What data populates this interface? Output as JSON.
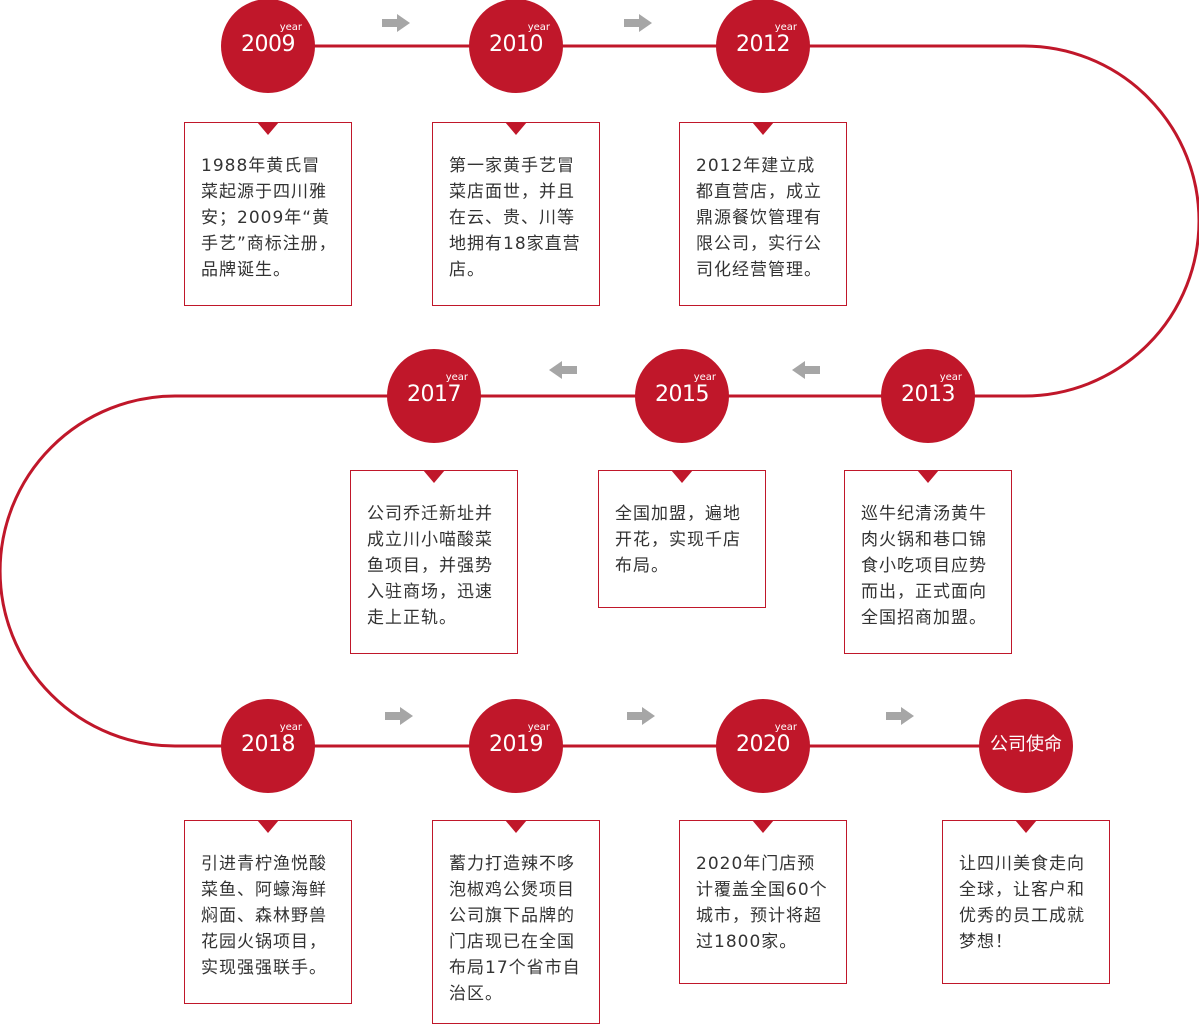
{
  "colors": {
    "accent": "#c0172a",
    "arrow": "#a6a6a6",
    "text": "#333333"
  },
  "year_suffix": "year",
  "rows": [
    {
      "direction": "right",
      "items": [
        {
          "year": "2009",
          "text": "1988年黄氏冒菜起源于四川雅安；2009年“黄手艺”商标注册，品牌诞生。"
        },
        {
          "year": "2010",
          "text": "第一家黄手艺冒菜店面世，并且在云、贵、川等地拥有18家直营店。"
        },
        {
          "year": "2012",
          "text": "2012年建立成都直营店，成立鼎源餐饮管理有限公司，实行公司化经营管理。"
        }
      ]
    },
    {
      "direction": "left",
      "items": [
        {
          "year": "2017",
          "text": "公司乔迁新址并成立川小喵酸菜鱼项目，并强势入驻商场，迅速走上正轨。"
        },
        {
          "year": "2015",
          "text": "全国加盟，遍地开花，实现千店布局。"
        },
        {
          "year": "2013",
          "text": "巡牛纪清汤黄牛肉火锅和巷口锦食小吃项目应势而出，正式面向全国招商加盟。"
        }
      ]
    },
    {
      "direction": "right",
      "items": [
        {
          "year": "2018",
          "text": "引进青柠渔悦酸菜鱼、阿蠔海鲜焖面、森林野兽花园火锅项目，实现强强联手。"
        },
        {
          "year": "2019",
          "text": "蓄力打造辣不哆泡椒鸡公煲项目公司旗下品牌的门店现已在全国布局17个省市自治区。"
        },
        {
          "year": "2020",
          "text": "2020年门店预计覆盖全国60个城市，预计将超过1800家。"
        }
      ],
      "mission": {
        "label": "公司使命",
        "text": "让四川美食走向全球，让客户和优秀的员工成就梦想！"
      }
    }
  ]
}
